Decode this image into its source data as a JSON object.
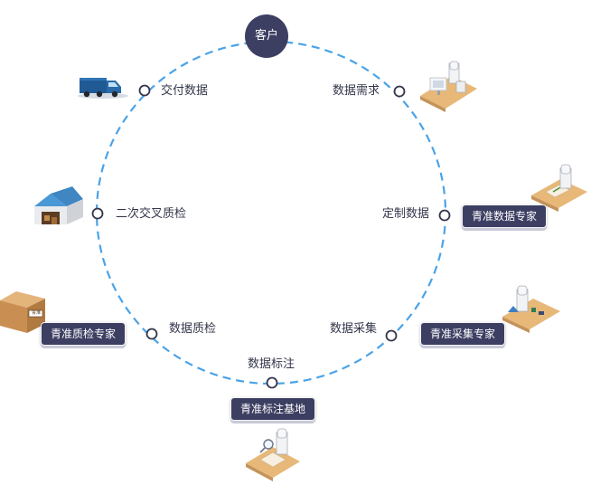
{
  "center_node": "客户",
  "steps": {
    "requirements": "数据需求",
    "custom": "定制数据",
    "collection": "数据采集",
    "annotation": "数据标注",
    "quality": "数据质检",
    "cross_check": "二次交叉质检",
    "delivery": "交付数据"
  },
  "badges": {
    "data_expert": "青准数据专家",
    "collection_expert": "青准采集专家",
    "annotation_base": "青准标注基地",
    "qa_expert": "青准质检专家"
  },
  "box_label": "青准",
  "colors": {
    "ring": "#4aa3e8",
    "node_fill": "#3c3e62",
    "node_stroke": "#33364a",
    "text": "#33364a"
  },
  "icons": {
    "delivery": "delivery-truck-icon",
    "requirements": "workstation-icon",
    "custom": "desk-drafting-icon",
    "collection": "lab-collection-icon",
    "annotation": "magnifier-desk-icon",
    "cross_check": "warehouse-icon",
    "quality": "cardboard-box-icon"
  }
}
